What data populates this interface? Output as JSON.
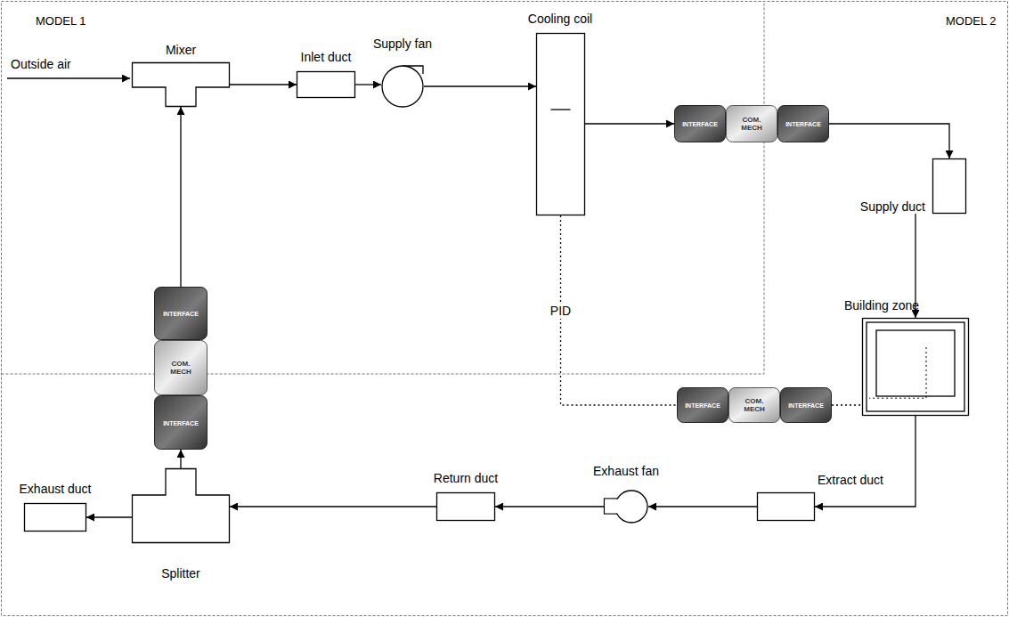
{
  "diagram": {
    "nodes": [
      {
        "text": [
          "Mixer"
        ]
      },
      {
        "text": [
          "Inlet duct"
        ]
      },
      {
        "text": [
          "Supply fan"
        ]
      },
      {
        "text": [
          "Cooling coil"
        ]
      },
      {
        "text": [
          "INTERFACE"
        ]
      },
      {
        "text": [
          "COM. MECH"
        ]
      },
      {
        "text": [
          "INTERFACE"
        ]
      },
      {
        "text": [
          "Supply duct"
        ]
      },
      {
        "text": [
          "Building zone"
        ]
      },
      {
        "text": [
          "INTERFACE"
        ]
      },
      {
        "text": [
          "COM. MECH"
        ]
      },
      {
        "text": [
          "INTERFACE"
        ]
      },
      {
        "text": [
          "Extract duct"
        ]
      },
      {
        "text": [
          "Exhaust fan"
        ]
      },
      {
        "text": [
          "Return duct"
        ]
      },
      {
        "text": [
          "Splitter"
        ]
      },
      {
        "text": [
          "Exhaust duct"
        ]
      },
      {
        "text": [
          "INTERFACE"
        ]
      },
      {
        "text": [
          "COM. MECH"
        ]
      },
      {
        "text": [
          "INTERFACE"
        ]
      }
    ],
    "edges": [
      {
        "from": 0,
        "to": 1,
        "arrow": "to"
      },
      {
        "from": 1,
        "to": 2,
        "arrow": "to"
      },
      {
        "from": 2,
        "to": 3,
        "arrow": "to"
      },
      {
        "from": 3,
        "to": 4,
        "arrow": "to"
      },
      {
        "from": 6,
        "to": 7,
        "arrow": "to"
      },
      {
        "from": 7,
        "to": 8,
        "arrow": "to"
      },
      {
        "from": 8,
        "to": 12,
        "arrow": "to"
      },
      {
        "from": 12,
        "to": 13,
        "arrow": "to"
      },
      {
        "from": 13,
        "to": 14,
        "arrow": "to"
      },
      {
        "from": 14,
        "to": 15,
        "arrow": "to"
      },
      {
        "from": 15,
        "to": 16,
        "arrow": "to"
      },
      {
        "from": 15,
        "to": 19,
        "arrow": "to"
      },
      {
        "from": 17,
        "to": 0,
        "arrow": "to"
      },
      {
        "from": 3,
        "to": 9,
        "label": "PID",
        "arrow": "none"
      },
      {
        "from": 11,
        "to": 8,
        "arrow": "none"
      }
    ],
    "labels": [
      "MODEL 1",
      "MODEL 2",
      "Outside air"
    ]
  }
}
